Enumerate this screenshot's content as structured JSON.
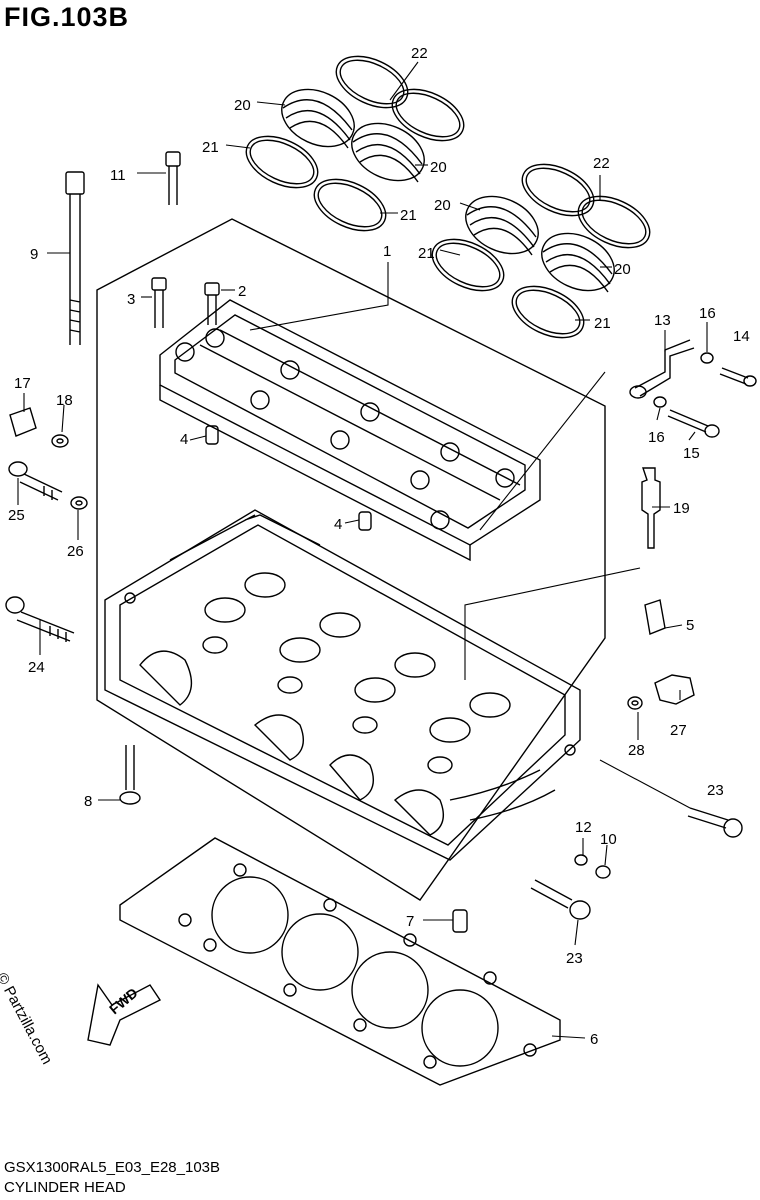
{
  "figure": {
    "title": "FIG.103B"
  },
  "footer": {
    "model_code": "GSX1300RAL5_E03_E28_103B",
    "section_name": "CYLINDER HEAD"
  },
  "watermark": {
    "copyright": "© Partzilla.com"
  },
  "direction_arrow": {
    "label": "FWD"
  },
  "callouts": [
    {
      "id": "c22a",
      "num": "22"
    },
    {
      "id": "c20a",
      "num": "20"
    },
    {
      "id": "c21a",
      "num": "21"
    },
    {
      "id": "c20b",
      "num": "20"
    },
    {
      "id": "c21b",
      "num": "21"
    },
    {
      "id": "c22b",
      "num": "22"
    },
    {
      "id": "c20c",
      "num": "20"
    },
    {
      "id": "c21c",
      "num": "21"
    },
    {
      "id": "c20d",
      "num": "20"
    },
    {
      "id": "c21d",
      "num": "21"
    },
    {
      "id": "c11",
      "num": "11"
    },
    {
      "id": "c9",
      "num": "9"
    },
    {
      "id": "c1",
      "num": "1"
    },
    {
      "id": "c2",
      "num": "2"
    },
    {
      "id": "c3",
      "num": "3"
    },
    {
      "id": "c13",
      "num": "13"
    },
    {
      "id": "c16a",
      "num": "16"
    },
    {
      "id": "c14",
      "num": "14"
    },
    {
      "id": "c17",
      "num": "17"
    },
    {
      "id": "c18",
      "num": "18"
    },
    {
      "id": "c4a",
      "num": "4"
    },
    {
      "id": "c16b",
      "num": "16"
    },
    {
      "id": "c15",
      "num": "15"
    },
    {
      "id": "c25",
      "num": "25"
    },
    {
      "id": "c19",
      "num": "19"
    },
    {
      "id": "c26",
      "num": "26"
    },
    {
      "id": "c4b",
      "num": "4"
    },
    {
      "id": "c24",
      "num": "24"
    },
    {
      "id": "c5",
      "num": "5"
    },
    {
      "id": "c27",
      "num": "27"
    },
    {
      "id": "c28",
      "num": "28"
    },
    {
      "id": "c8",
      "num": "8"
    },
    {
      "id": "c23a",
      "num": "23"
    },
    {
      "id": "c12",
      "num": "12"
    },
    {
      "id": "c10",
      "num": "10"
    },
    {
      "id": "c7",
      "num": "7"
    },
    {
      "id": "c23b",
      "num": "23"
    },
    {
      "id": "c6",
      "num": "6"
    }
  ]
}
